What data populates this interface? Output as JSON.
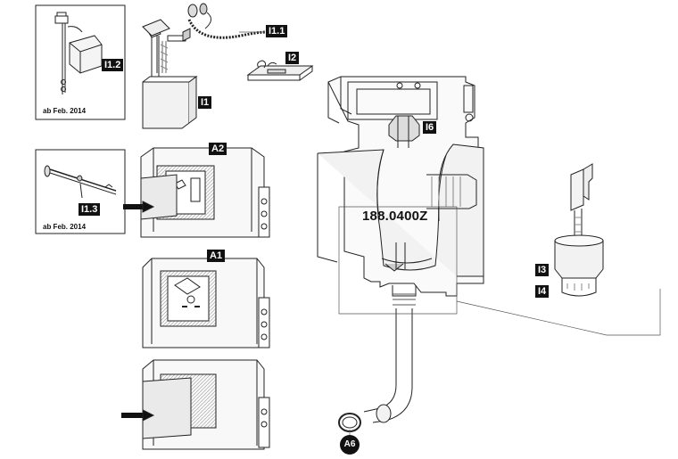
{
  "article_number": "188.0400Z",
  "labels": {
    "i1": "I1",
    "i1_1": "I1.1",
    "i1_2": "I1.2",
    "i1_3": "I1.3",
    "i2": "I2",
    "i3": "I3",
    "i4": "I4",
    "i6": "I6",
    "a1": "A1",
    "a2": "A2",
    "a6": "A6"
  },
  "notes": {
    "box1": "ab Feb. 2014",
    "box2": "ab Feb. 2014"
  }
}
